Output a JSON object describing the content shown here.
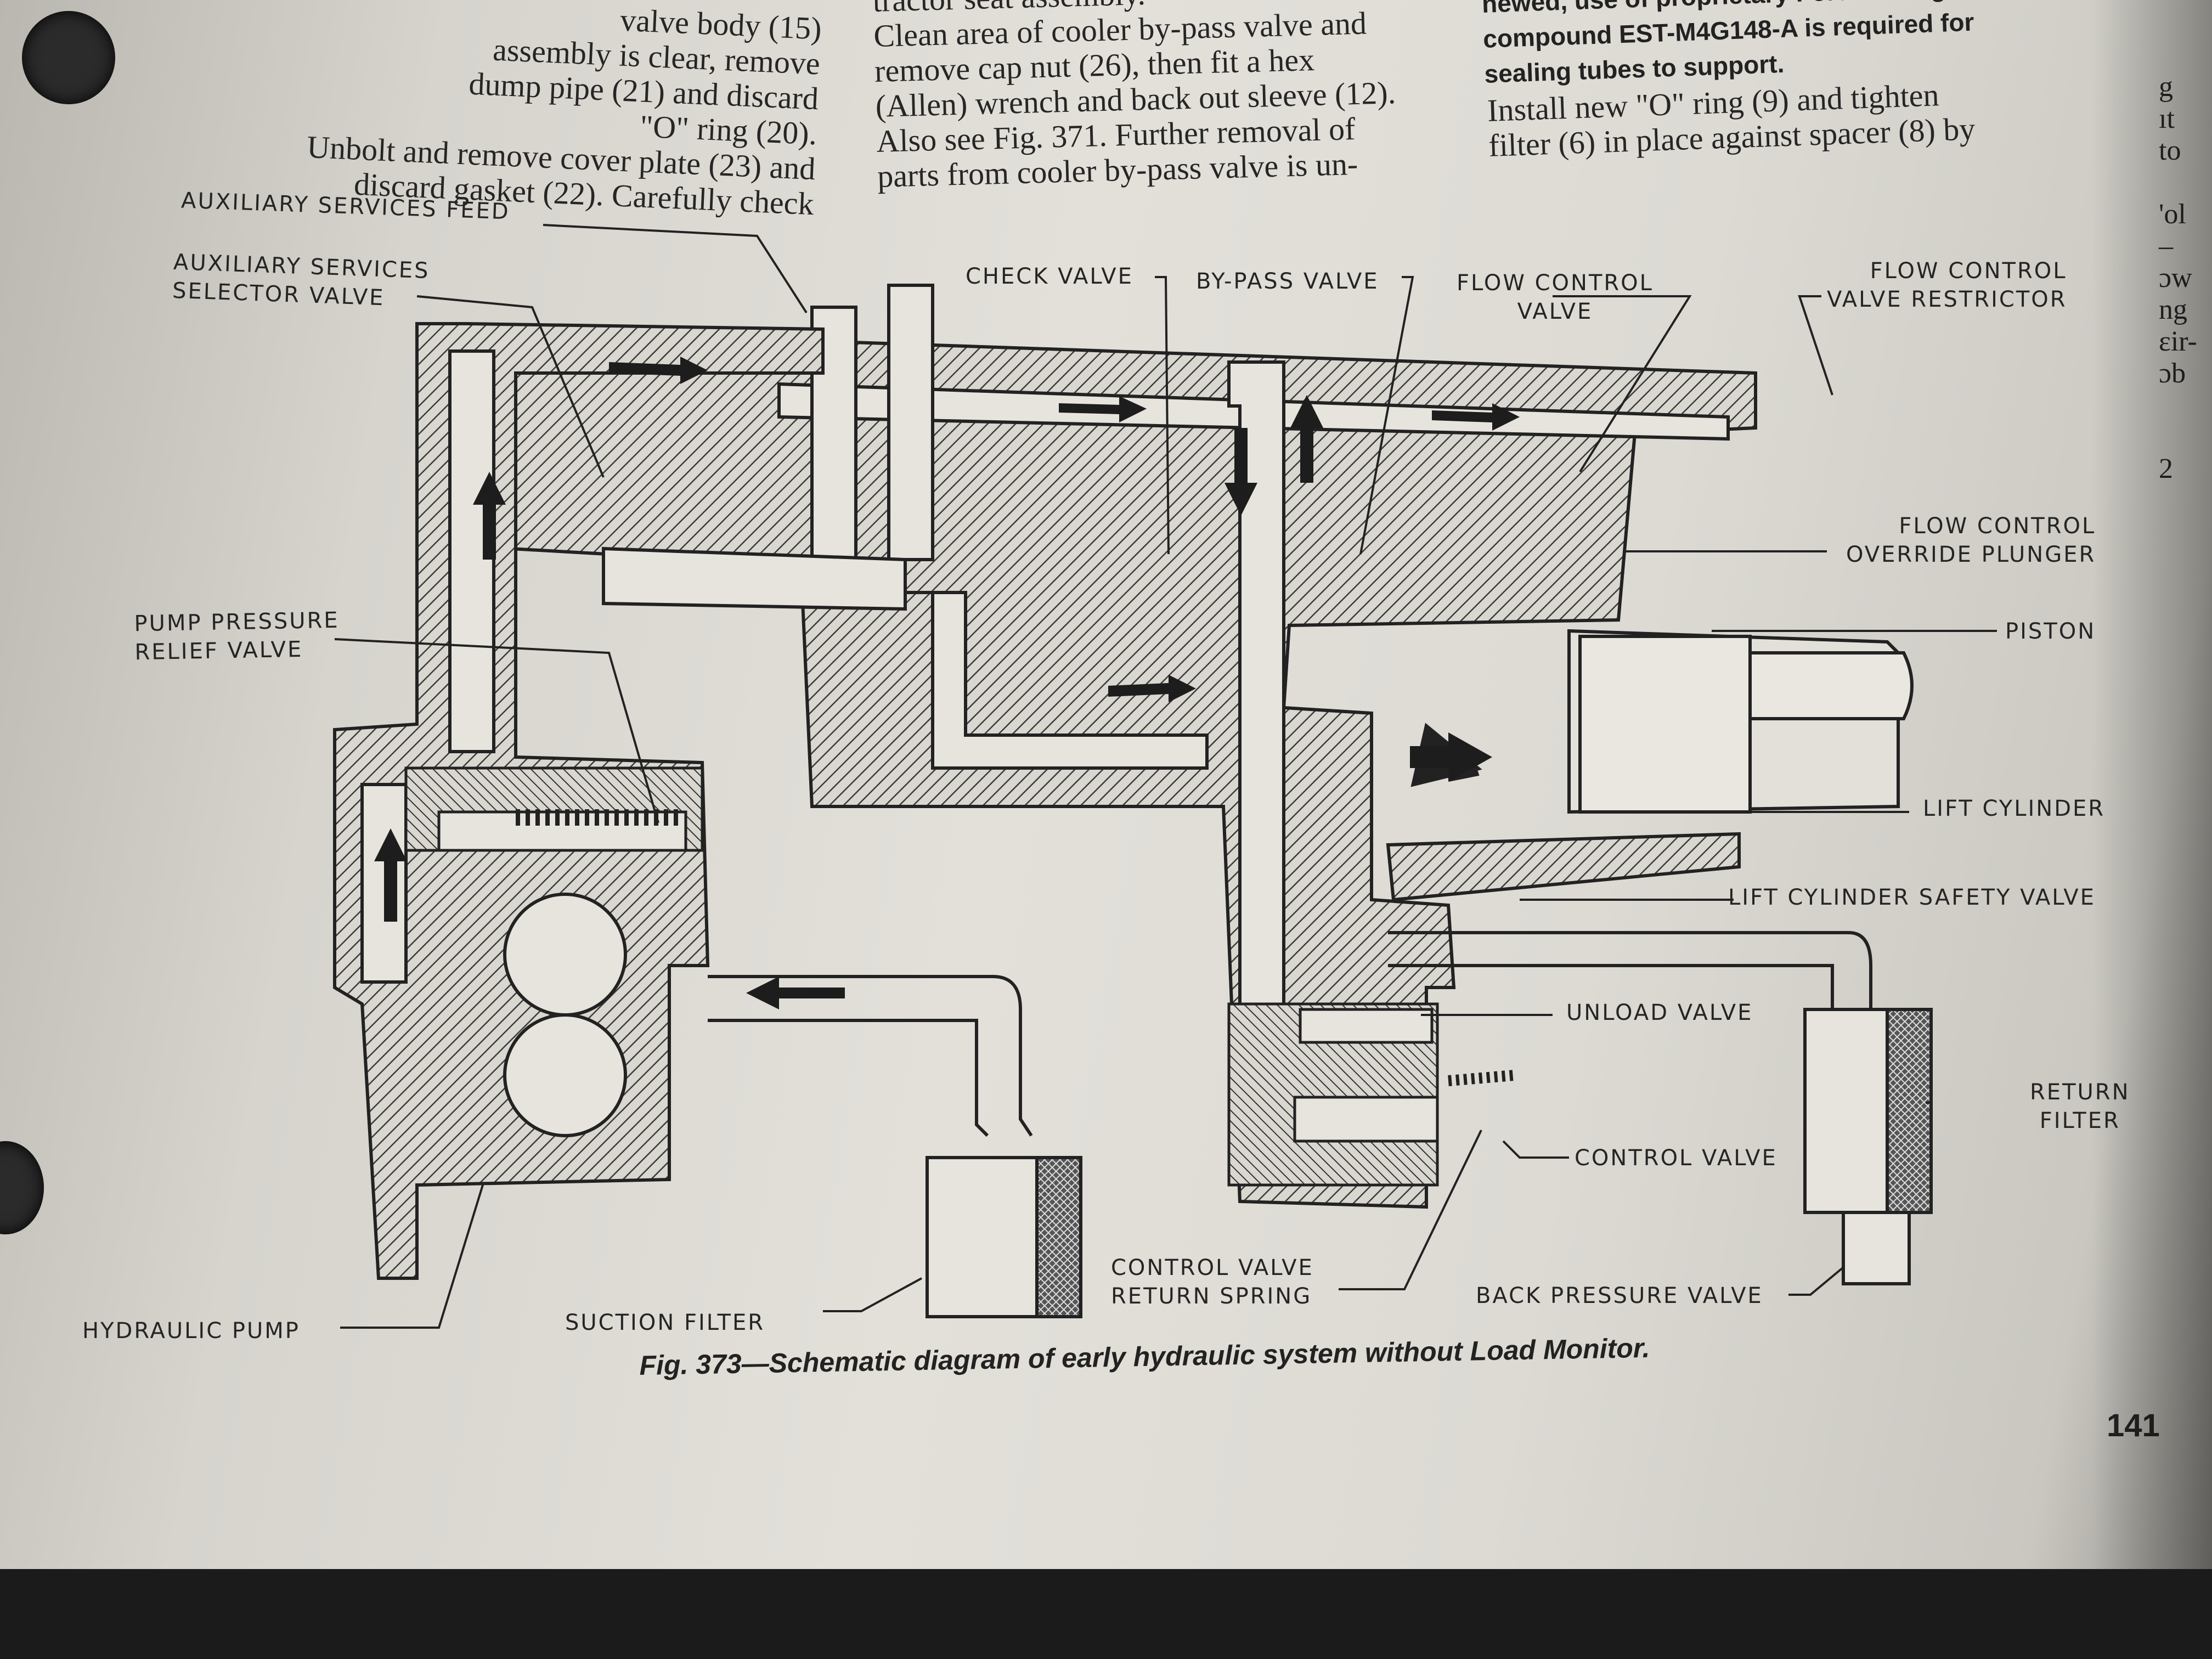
{
  "text_columns": {
    "col1": "valve body (15)\nassembly is clear, remove\ndump pipe (21) and discard\n\"O\" ring (20).\nUnbolt and remove cover plate (23) and\ndiscard gasket (22). Carefully check",
    "col2": "tractor seat assembly.\nClean area of cooler by-pass valve and\nremove cap nut (26), then fit a hex\n(Allen) wrench and back out sleeve (12).\nAlso see Fig. 371. Further removal of\nparts from cooler by-pass valve is un-",
    "col3_bold": "newed, use of proprietary Ford sealing\ncompound EST-M4G148-A is required for\nsealing tubes to support.",
    "col3": "Install new \"O\" ring (9) and tighten\nfilter (6) in place against spacer (8) by",
    "right_edge": "g\nıt\nto\n\n'ol\n–\nɔw\nng\nɛir-\nɔb\n\n\n2"
  },
  "labels": {
    "aux_feed": "AUXILIARY SERVICES FEED",
    "aux_selector": "AUXILIARY SERVICES\nSELECTOR VALVE",
    "check_valve": "CHECK VALVE",
    "bypass_valve": "BY-PASS VALVE",
    "flow_control_valve": "FLOW CONTROL\nVALVE",
    "flow_control_restrictor": "FLOW CONTROL\nVALVE RESTRICTOR",
    "flow_control_override": "FLOW CONTROL\nOVERRIDE PLUNGER",
    "piston": "PISTON",
    "lift_cylinder": "LIFT CYLINDER",
    "lift_cylinder_safety": "LIFT CYLINDER SAFETY VALVE",
    "pump_relief": "PUMP PRESSURE\nRELIEF VALVE",
    "unload_valve": "UNLOAD VALVE",
    "return_filter": "RETURN\nFILTER",
    "control_valve": "CONTROL VALVE",
    "control_valve_spring": "CONTROL VALVE\nRETURN SPRING",
    "back_pressure_valve": "BACK PRESSURE VALVE",
    "suction_filter": "SUCTION FILTER",
    "hydraulic_pump": "HYDRAULIC PUMP"
  },
  "caption": "Fig. 373—Schematic diagram of early hydraulic system without Load Monitor.",
  "page_number": "141",
  "colors": {
    "ink": "#252525",
    "paper": "#e0ded7",
    "hatch": "#3a3a3a"
  }
}
